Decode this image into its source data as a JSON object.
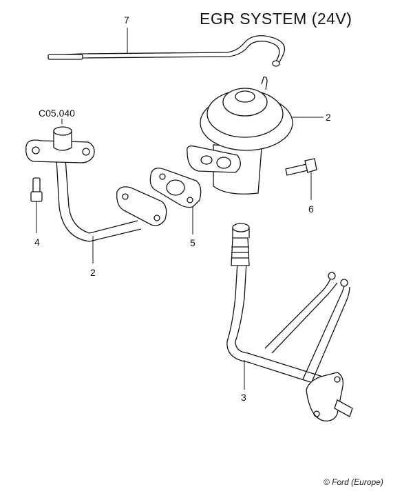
{
  "title": "EGR SYSTEM (24V)",
  "copyright": "© Ford (Europe)",
  "callouts": {
    "hose": "7",
    "ref_code": "C05.040",
    "valve": "2",
    "bolt_right": "6",
    "bolt_left": "4",
    "gasket": "5",
    "pipe_left": "2",
    "pipe_lower": "3"
  }
}
